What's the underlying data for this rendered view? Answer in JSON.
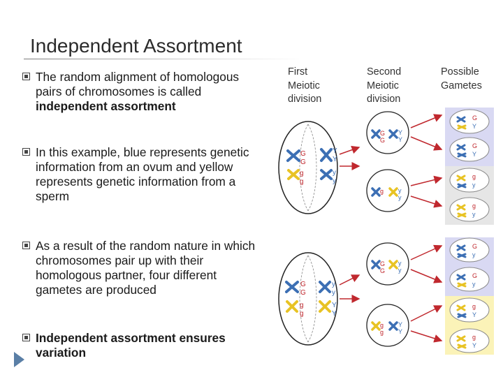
{
  "slide": {
    "title": "Independent Assortment",
    "bullets": [
      {
        "plain": "The random alignment of homologous pairs of chromosomes is called ",
        "bold": "independent assortment"
      },
      {
        "plain": "In this example, blue represents genetic information from an ovum and yellow represents genetic information from a sperm",
        "bold": ""
      },
      {
        "plain": "As a result of the random nature in which chromosomes pair up with their homologous partner, four different gametes are produced",
        "bold": ""
      },
      {
        "plain": "",
        "bold": "Independent assortment ensures variation"
      }
    ]
  },
  "diagram": {
    "headers": {
      "first": "First Meiotic division",
      "second": "Second Meiotic division",
      "gametes": "Possible Gametes"
    },
    "allele_letters": [
      "G",
      "g",
      "Y",
      "y"
    ],
    "colors": {
      "ovum_blue": "#3c6fb4",
      "sperm_yellow": "#e8c324",
      "arrow_red": "#c0282e",
      "panel_purple": "#d9d9f3",
      "panel_yellow": "#fbf3b8",
      "panel_grey": "#e6e6e6"
    }
  }
}
